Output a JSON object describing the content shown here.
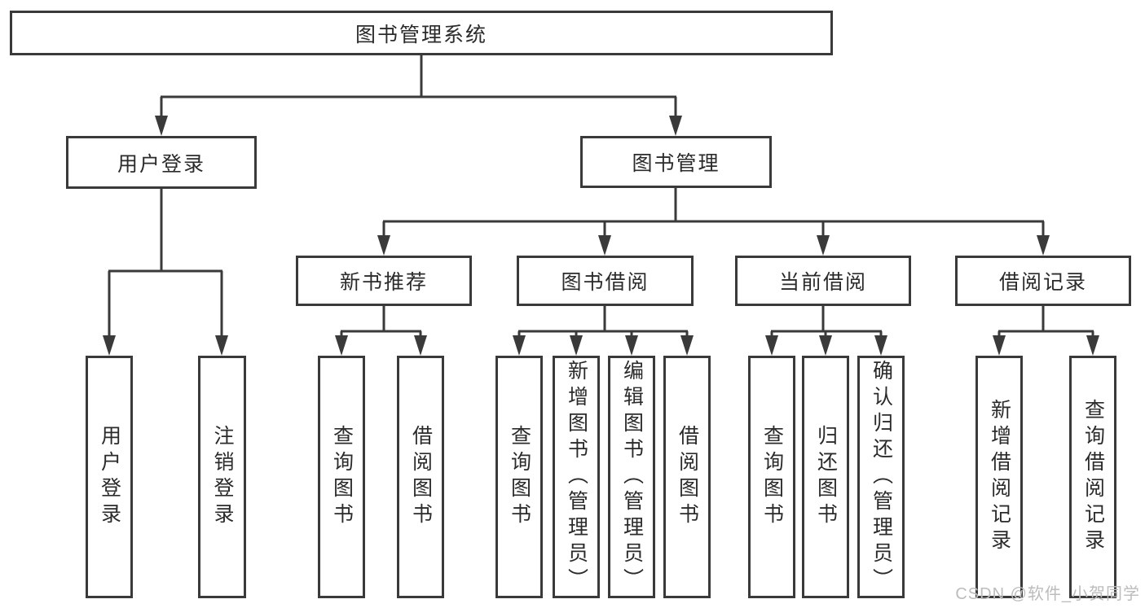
{
  "diagram": {
    "type": "hierarchy-tree",
    "orientation": "top-down",
    "colors": {
      "background": "#ffffff",
      "box_fill": "#ffffff",
      "box_border": "#3a3a3a",
      "line": "#3a3a3a",
      "text": "#2b2b2b",
      "watermark": "#bcbcbc"
    },
    "tree": {
      "root": {
        "label": "图书管理系统",
        "children": [
          {
            "label": "用户登录",
            "children": [
              {
                "label": "用户登录"
              },
              {
                "label": "注销登录"
              }
            ]
          },
          {
            "label": "图书管理",
            "children": [
              {
                "label": "新书推荐",
                "children": [
                  {
                    "label": "查询图书"
                  },
                  {
                    "label": "借阅图书"
                  }
                ]
              },
              {
                "label": "图书借阅",
                "children": [
                  {
                    "label": "查询图书"
                  },
                  {
                    "label": "新增图书（管理员）"
                  },
                  {
                    "label": "编辑图书（管理员）"
                  },
                  {
                    "label": "借阅图书"
                  }
                ]
              },
              {
                "label": "当前借阅",
                "children": [
                  {
                    "label": "查询图书"
                  },
                  {
                    "label": "归还图书"
                  },
                  {
                    "label": "确认归还（管理员）"
                  }
                ]
              },
              {
                "label": "借阅记录",
                "children": [
                  {
                    "label": "新增借阅记录"
                  },
                  {
                    "label": "查询借阅记录"
                  }
                ]
              }
            ]
          }
        ]
      }
    },
    "watermark": {
      "text": "CSDN @软件_小贺同学"
    }
  }
}
